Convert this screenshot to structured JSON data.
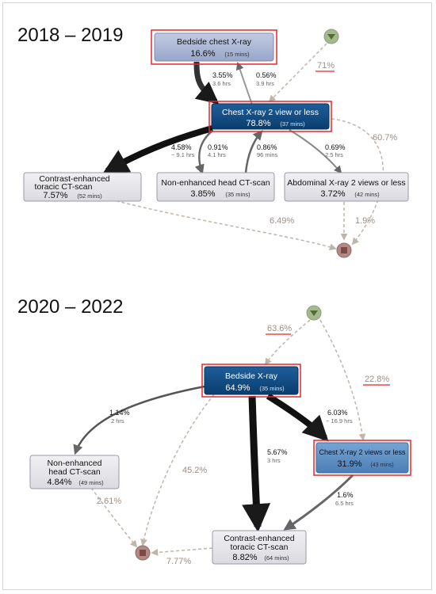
{
  "panels": [
    {
      "title": "2018 – 2019",
      "nodes": {
        "bedside": {
          "label": "Bedside chest X-ray",
          "pct": "16.6%",
          "dur": "(15 mins)"
        },
        "chest2": {
          "label": "Chest X-ray 2 view or less",
          "pct": "78.8%",
          "dur": "(37 mins)"
        },
        "contrast": {
          "label_line1": "Contrast-enhanced",
          "label_line2": "toracic CT-scan",
          "pct": "7.57%",
          "dur": "(52 mins)"
        },
        "head": {
          "label": "Non-enhanced head CT-scan",
          "pct": "3.85%",
          "dur": "(35 mins)"
        },
        "abdominal": {
          "label": "Abdominal X-ray 2 views or less",
          "pct": "3.72%",
          "dur": "(42 mins)"
        }
      },
      "edges": {
        "bedside_chest": {
          "pct": "3.55%",
          "time": "3.6 hrs"
        },
        "chest_bedside": {
          "pct": "0.56%",
          "time": "3.9 hrs"
        },
        "start_chest": {
          "pct": "71%"
        },
        "chest_contrast": {
          "pct": "4.58%",
          "time": "~ 9.1 hrs"
        },
        "chest_head": {
          "pct": "0.91%",
          "time": "4.1 hrs"
        },
        "head_chest": {
          "pct": "0.86%",
          "time": "96 mins"
        },
        "chest_abdominal": {
          "pct": "0.69%",
          "time": "2.5 hrs"
        },
        "chest_end": {
          "pct": "60.7%"
        },
        "contrast_end": {
          "pct": "6.49%"
        },
        "abdominal_end": {
          "pct": "1.9%"
        }
      }
    },
    {
      "title": "2020 – 2022",
      "nodes": {
        "bedside": {
          "label": "Bedside X-ray",
          "pct": "64.9%",
          "dur": "(35 mins)"
        },
        "chest2": {
          "label": "Chest X-ray 2 views or less",
          "pct": "31.9%",
          "dur": "(43 mins)"
        },
        "head": {
          "label_line1": "Non-enhanced",
          "label_line2": "head CT-scan",
          "pct": "4.84%",
          "dur": "(49 mins)"
        },
        "contrast": {
          "label_line1": "Contrast-enhanced",
          "label_line2": "toracic CT-scan",
          "pct": "8.82%",
          "dur": "(64 mins)"
        }
      },
      "edges": {
        "start_bedside": {
          "pct": "63.6%"
        },
        "start_chest": {
          "pct": "22.8%"
        },
        "bedside_head": {
          "pct": "1.14%",
          "time": "2 hrs"
        },
        "bedside_chest": {
          "pct": "6.03%",
          "time": "~ 16.9 hrs"
        },
        "bedside_contrast": {
          "pct": "5.67%",
          "time": "3 hrs"
        },
        "chest_contrast": {
          "pct": "1.6%",
          "time": "6.5 hrs"
        },
        "bedside_end": {
          "pct": "45.2%"
        },
        "head_end": {
          "pct": "2.61%"
        },
        "contrast_end": {
          "pct": "7.77%"
        }
      }
    }
  ],
  "colors": {
    "highlight_border": "#e8252b",
    "dark_node": "#0f4b82",
    "light_node": "#e4e4ea",
    "lavender_node": "#a9b5d4",
    "mid_blue_node": "#5b8dc2",
    "start_node": "#a5b98f",
    "end_node": "#b38985",
    "dashed_edge": "#c0b5aa"
  }
}
